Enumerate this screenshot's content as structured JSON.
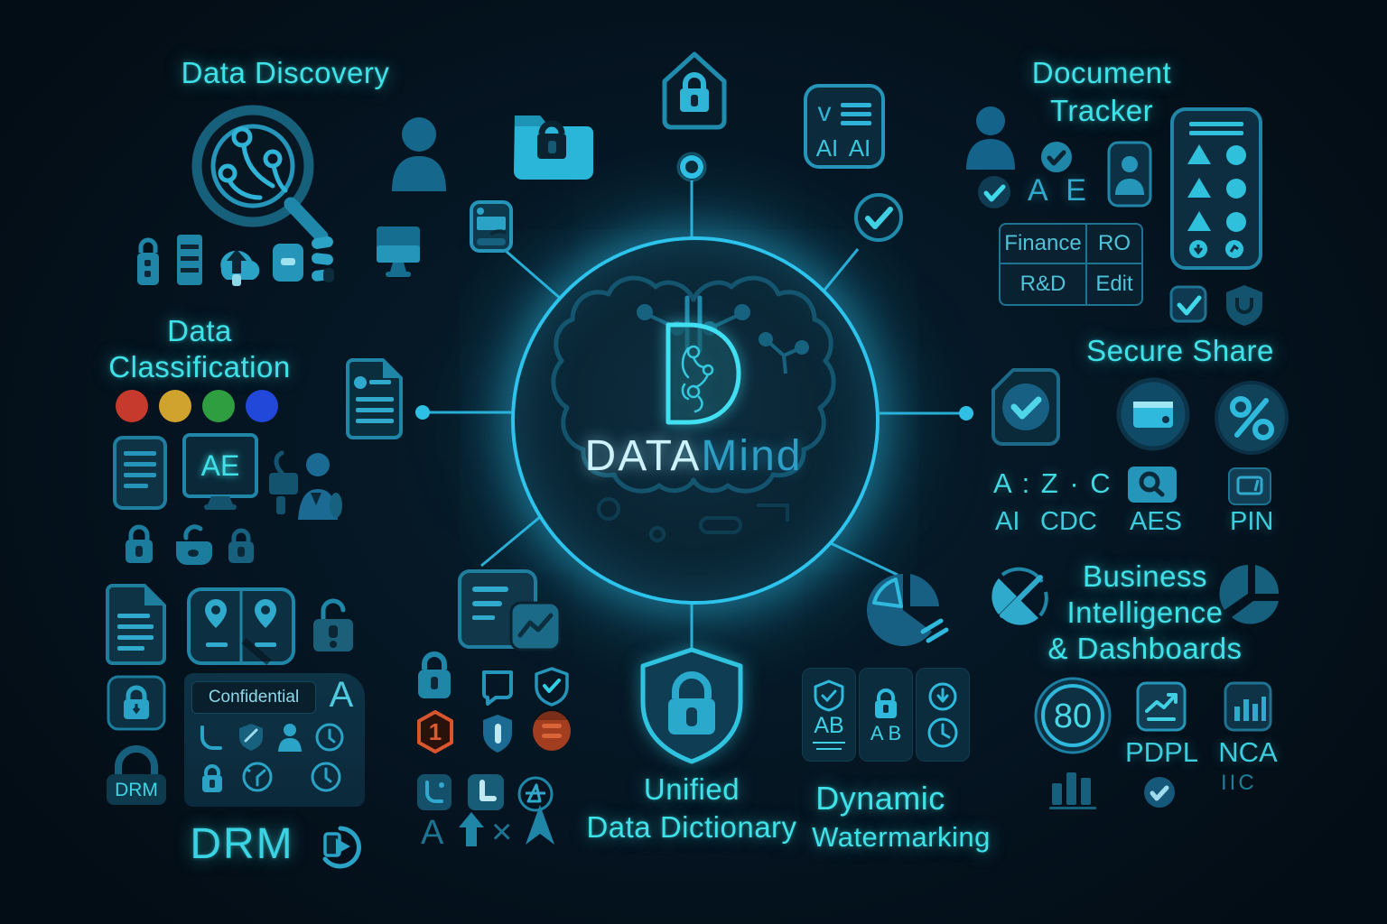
{
  "palette": {
    "bg": "#041019",
    "accent": "#3fe2e8",
    "icon_bright": "#2fb9dc",
    "icon_mid": "#1f86a8",
    "icon_dim": "#14536e",
    "ring": "#2cc3ec",
    "alert_orange": "#d8552e"
  },
  "center": {
    "brand_data": "DATA",
    "brand_mind": "Mind"
  },
  "discovery": {
    "title": "Data Discovery"
  },
  "tracker": {
    "title1": "Document",
    "title2": "Tracker",
    "ae": "A E",
    "finance": "Finance",
    "ro": "RO",
    "rd": "R&D",
    "edit": "Edit"
  },
  "classification": {
    "title1": "Data",
    "title2": "Classification",
    "ae": "AE",
    "dot_colors": [
      "#c53a2c",
      "#d0a22e",
      "#2f9e41",
      "#2148d8"
    ]
  },
  "secure": {
    "title": "Secure Share",
    "code_row": "A : Z · C",
    "l1": "AI",
    "l2": "CDC",
    "l3": "AES",
    "l4": "PIN"
  },
  "bi": {
    "title1": "Business",
    "title2": "Intelligence",
    "title3": "& Dashboards",
    "gauge": "80",
    "l1": "PDPL",
    "l2": "NCA",
    "l3": "IIC"
  },
  "dictionary": {
    "title1": "Unified",
    "title2": "Data Dictionary"
  },
  "watermark": {
    "title1": "Dynamic",
    "title2": "Watermarking",
    "ab1": "AB",
    "ab2": "A B"
  },
  "drm": {
    "big": "DRM",
    "small": "DRM"
  },
  "confidential": {
    "label": "Confidential",
    "letter": "A"
  },
  "ai_card": {
    "v": "v",
    "ai1": "AI",
    "ai2": "AI"
  },
  "badges": {
    "hex_one": "1"
  },
  "glyphs": {
    "a": "A",
    "x": "×"
  }
}
